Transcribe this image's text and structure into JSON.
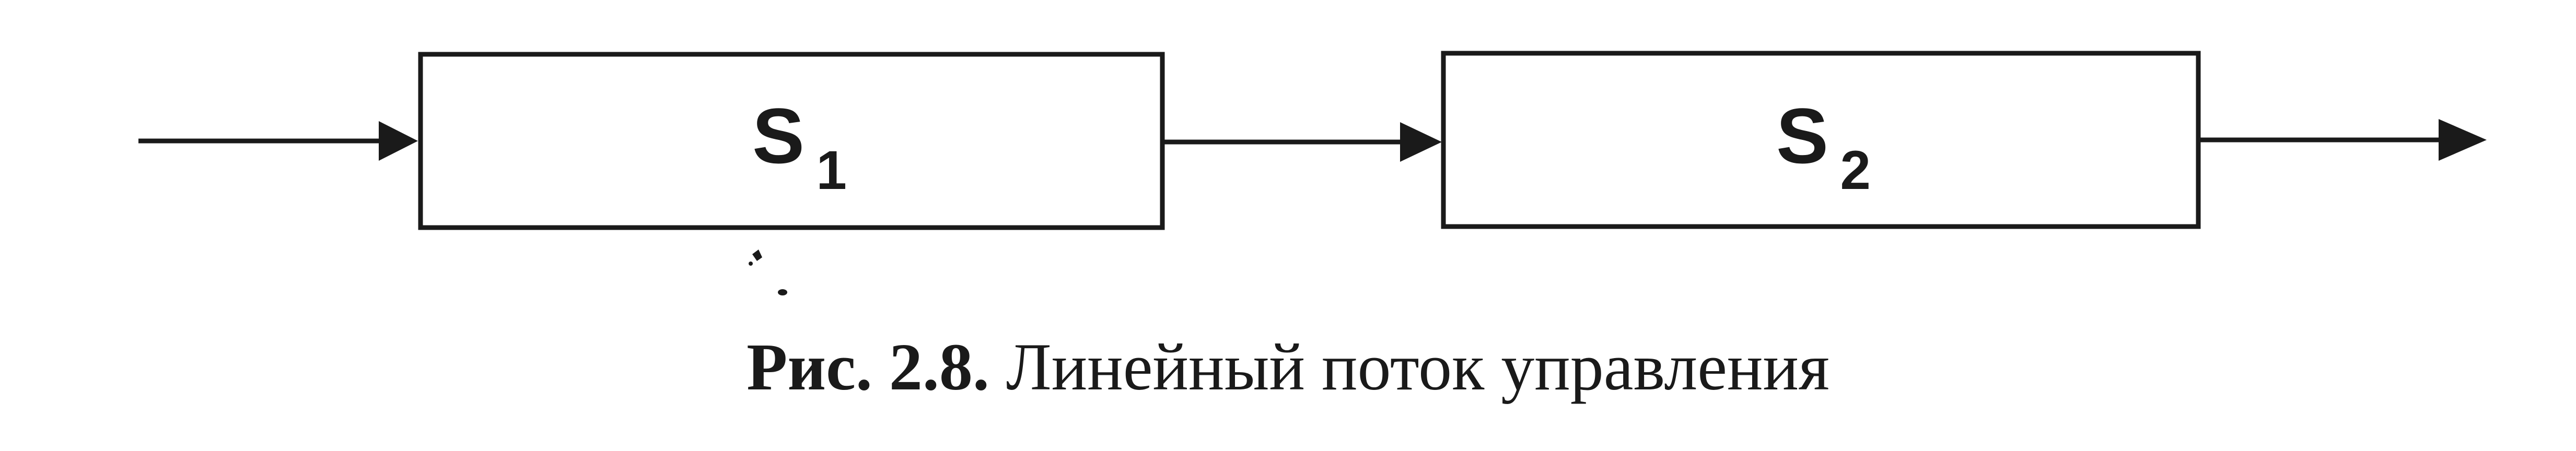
{
  "diagram": {
    "blocks": [
      {
        "main": "S",
        "subscript": "1"
      },
      {
        "main": "S",
        "subscript": "2"
      }
    ]
  },
  "caption": {
    "label": "Рис. 2.8.",
    "text": "Линейный поток управления"
  }
}
